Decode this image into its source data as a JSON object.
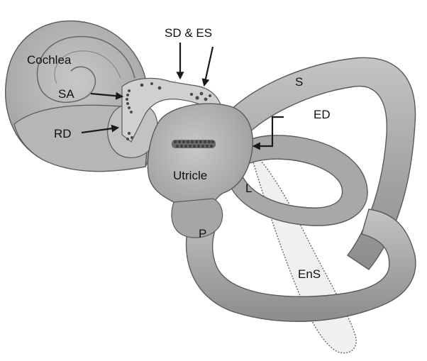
{
  "labels": {
    "cochlea": "Cochlea",
    "sd_es": "SD & ES",
    "sa": "SA",
    "rd": "RD",
    "s": "S",
    "ed": "ED",
    "utricle": "Utricle",
    "l": "L",
    "p": "P",
    "ens": "EnS"
  },
  "colors": {
    "tissue_fill": "#a2a2a2",
    "tissue_light": "#c6c6c6",
    "tissue_stroke": "#5a5a5a",
    "sac_fill": "#dcdcdc",
    "arrow": "#1a1a1a",
    "cells": "#4a4a4a"
  }
}
